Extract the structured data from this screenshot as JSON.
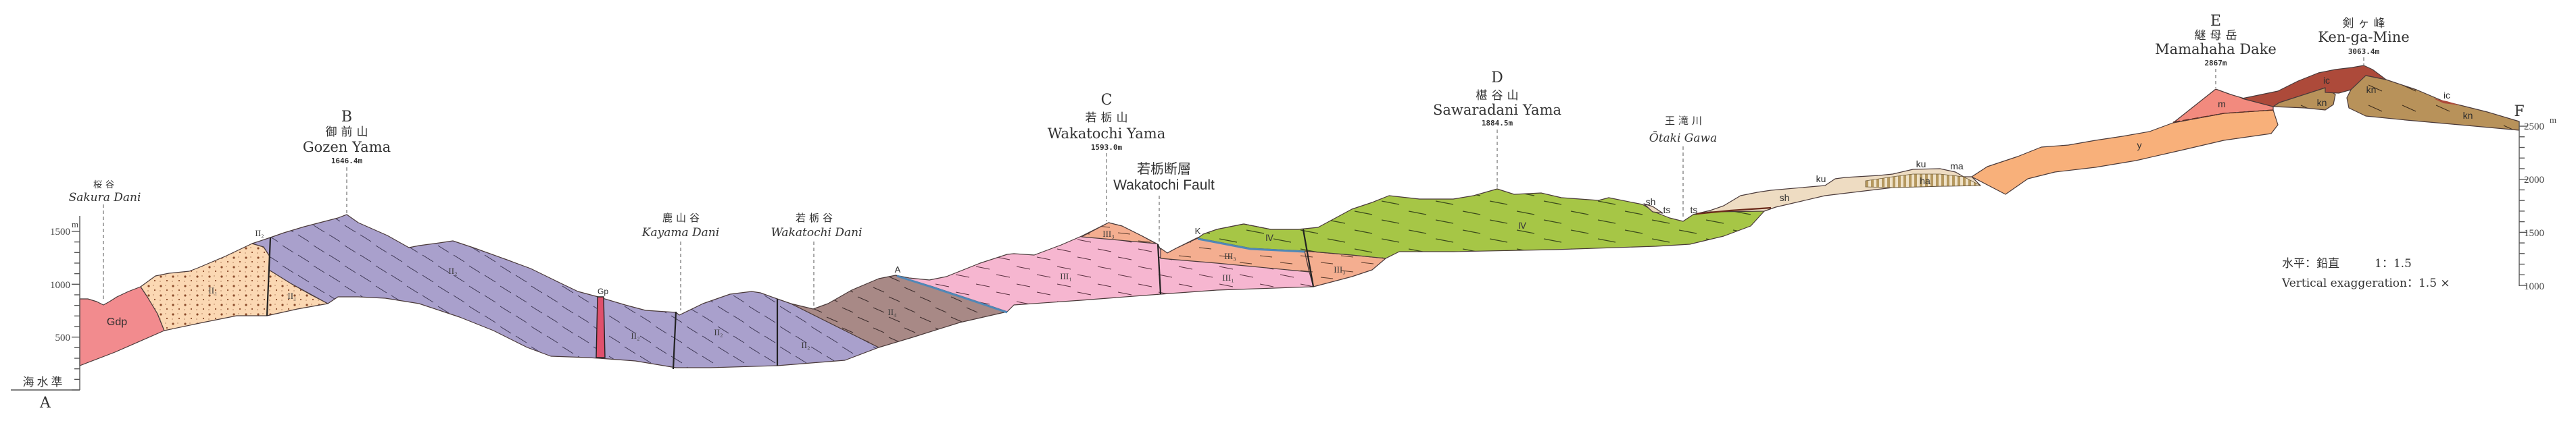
{
  "sections": {
    "start": "A",
    "end": "F",
    "points": [
      {
        "letter": "B",
        "name_jp": "御前山",
        "name_en": "Gozen Yama",
        "elevation": "1646.4m"
      },
      {
        "letter": "C",
        "name_jp": "若栃山",
        "name_en": "Wakatochi Yama",
        "elevation": "1593.0m"
      },
      {
        "letter": "D",
        "name_jp": "椹谷山",
        "name_en": "Sawaradani Yama",
        "elevation": "1884.5m"
      },
      {
        "letter": "E",
        "name_jp": "継母岳",
        "name_en": "Mamahaha Dake",
        "elevation": "2867m"
      }
    ],
    "ken_ga_mine": {
      "name_jp": "剣ヶ峰",
      "name_en": "Ken-ga-Mine",
      "elevation": "3063.4m"
    }
  },
  "valleys": [
    {
      "name_jp": "桜谷",
      "name_en": "Sakura Dani"
    },
    {
      "name_jp": "鹿山谷",
      "name_en": "Kayama Dani"
    },
    {
      "name_jp": "若栃谷",
      "name_en": "Wakatochi Dani"
    },
    {
      "name_jp": "王滝川",
      "name_en": "Ōtaki Gawa"
    }
  ],
  "fault": {
    "name_jp": "若栃断層",
    "name_en": "Wakatochi Fault"
  },
  "left_axis": {
    "unit": "m",
    "sea_level": "海水準",
    "min": 0,
    "max": 1500,
    "labels": [
      "1500",
      "1000",
      "500"
    ]
  },
  "right_axis": {
    "unit": "m",
    "min": 1000,
    "max": 2500,
    "labels": [
      "2500",
      "2000",
      "1500",
      "1000"
    ]
  },
  "scale_note": {
    "ratio_label_jp": "水平：鉛直",
    "ratio": "1：1.5",
    "exaggeration": "Vertical exaggeration：1.5 ×"
  },
  "units": {
    "gdp": "Gdp",
    "ii1": "II₁",
    "ii2": "II₂",
    "ii4": "II₄",
    "gp": "Gp",
    "a": "A",
    "iii1": "III₁",
    "iii3": "III₃",
    "k": "K",
    "iv": "Ⅳ",
    "sh": "sh",
    "ts": "ts",
    "ku": "ku",
    "ma": "ma",
    "ha": "ha",
    "y": "y",
    "m": "m",
    "ic": "ic",
    "kn": "kn"
  },
  "colors": {
    "gdp": "#f28b8e",
    "ii1": "#fbd8b3",
    "ii2": "#a9a0cc",
    "ii4": "#a88986",
    "iii1": "#f6b6d0",
    "iii3": "#f4ae90",
    "iv": "#a6c646",
    "sh": "#eedcc2",
    "ha": "#b5985f",
    "y": "#f8b07a",
    "m": "#f28a7e",
    "ic": "#ad4a3a",
    "kn": "#b8925a",
    "gp": "#e0506c",
    "coal": "#4f88b8"
  }
}
